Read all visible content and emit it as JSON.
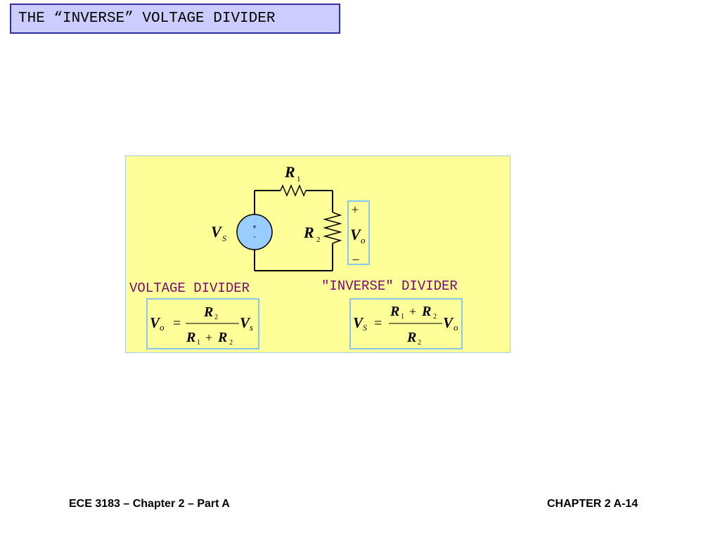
{
  "slide": {
    "title": "THE “INVERSE” VOLTAGE DIVIDER"
  },
  "circuit": {
    "r1": {
      "symbol": "R",
      "sub": "1"
    },
    "r2": {
      "symbol": "R",
      "sub": "2"
    },
    "vs": {
      "symbol": "V",
      "sub": "S"
    },
    "vo": {
      "symbol": "V",
      "sub": "o"
    },
    "source_plus": "+",
    "source_minus": "-",
    "vo_plus": "+",
    "vo_minus": "–"
  },
  "voltage_divider": {
    "heading": "VOLTAGE DIVIDER",
    "lhs": {
      "symbol": "V",
      "sub": "o"
    },
    "eq": "=",
    "numerator": {
      "symbol": "R",
      "sub": "2"
    },
    "denominator": {
      "a": "R",
      "a_sub": "1",
      "op": "+",
      "b": "R",
      "b_sub": "2"
    },
    "rhs": {
      "symbol": "V",
      "sub": "s"
    }
  },
  "inverse_divider": {
    "heading": "\"INVERSE\" DIVIDER",
    "lhs": {
      "symbol": "V",
      "sub": "S"
    },
    "eq": "=",
    "numerator": {
      "a": "R",
      "a_sub": "1",
      "op": "+",
      "b": "R",
      "b_sub": "2"
    },
    "denominator": {
      "symbol": "R",
      "sub": "2"
    },
    "rhs": {
      "symbol": "V",
      "sub": "o"
    }
  },
  "footer": {
    "left": "ECE 3183 – Chapter 2 – Part A",
    "right": "CHAPTER 2 A-14"
  }
}
